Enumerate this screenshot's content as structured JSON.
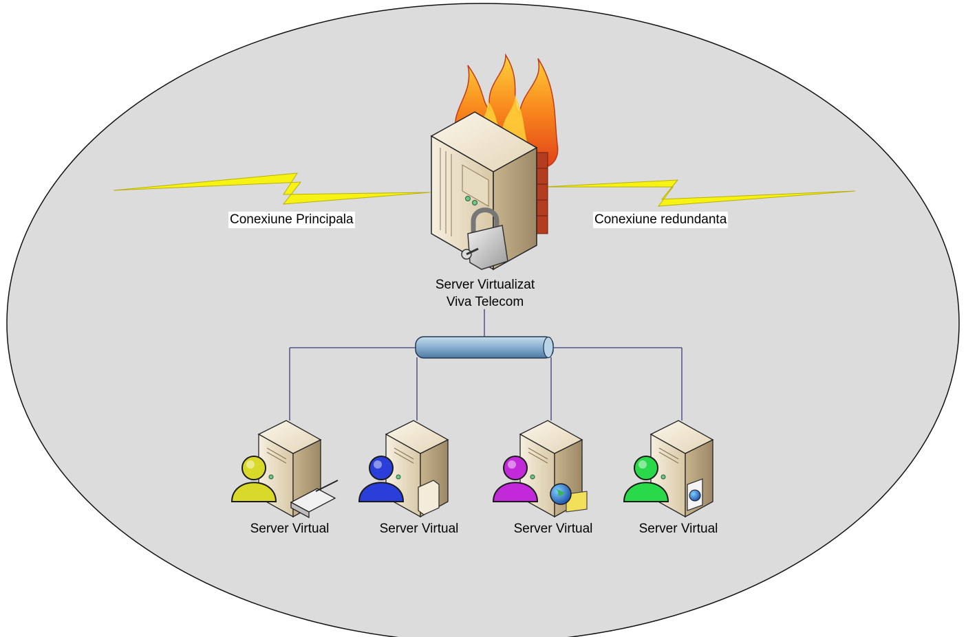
{
  "connections": {
    "primary_label": "Conexiune Principala",
    "redundant_label": "Conexiune redundanta"
  },
  "main_server": {
    "title_line1": "Server Virtualizat",
    "title_line2": "Viva Telecom",
    "icons": [
      "firewall-flames-icon",
      "server-tower-icon",
      "padlock-icon",
      "brick-wall-icon"
    ]
  },
  "virtual_servers": [
    {
      "label": "Server Virtual",
      "user_color": "#d9d92a",
      "accessory": "printer-icon"
    },
    {
      "label": "Server Virtual",
      "user_color": "#2a3fd9",
      "accessory": "file-icon"
    },
    {
      "label": "Server Virtual",
      "user_color": "#c22ad9",
      "accessory": "globe-folder-icon"
    },
    {
      "label": "Server Virtual",
      "user_color": "#2ad94a",
      "accessory": "web-document-icon"
    }
  ],
  "colors": {
    "background_ellipse": "#dcdcdc",
    "lightning": "#f5f214",
    "bus": "#7fa8c9",
    "link_lines": "#3a3a7a"
  }
}
